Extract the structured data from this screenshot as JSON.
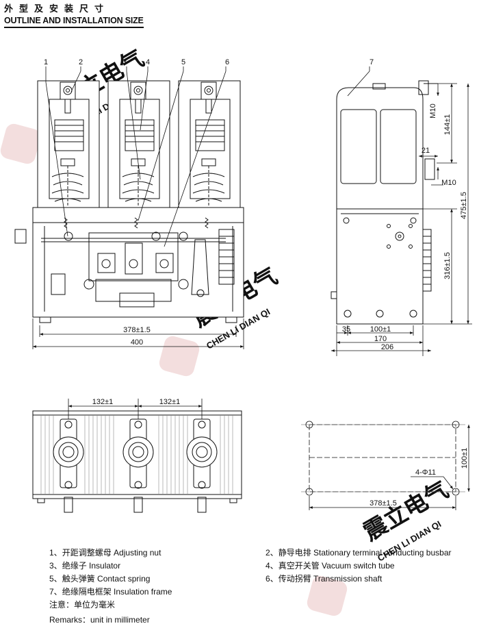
{
  "heading": {
    "title_cn": "外型及安装尺寸",
    "title_en": "OUTLINE AND INSTALLATION SIZE"
  },
  "watermark": {
    "cn": "震立电气",
    "en": "CHEN LI DIAN QI"
  },
  "callouts": [
    "1",
    "2",
    "3",
    "4",
    "5",
    "6",
    "7"
  ],
  "dimensions": {
    "front_inner_width": "378±1.5",
    "front_overall_width": "400",
    "side_m10_top": "M10",
    "side_144": "144±1",
    "side_21": "21",
    "side_m10_mid": "M10",
    "side_316": "316±1.5",
    "side_475": "475±1.5",
    "side_35": "35",
    "side_100": "100±1",
    "side_170": "170",
    "side_206": "206",
    "top_pitch_left": "132±1",
    "top_pitch_right": "132±1",
    "mount_depth": "100±1",
    "mount_holes": "4-Φ11",
    "mount_width": "378±1.5"
  },
  "legend": [
    {
      "num": "1、",
      "cn": "开距调整螺母",
      "en": "Adjusting nut"
    },
    {
      "num": "2、",
      "cn": "静导电排",
      "en": "Stationary terminal conducting busbar"
    },
    {
      "num": "3、",
      "cn": "绝缘子",
      "en": "Insulator"
    },
    {
      "num": "4、",
      "cn": "真空开关管",
      "en": "Vacuum switch tube"
    },
    {
      "num": "5、",
      "cn": "触头弹簧",
      "en": "Contact spring"
    },
    {
      "num": "6、",
      "cn": "传动拐臂",
      "en": "Transmission shaft"
    },
    {
      "num": "7、",
      "cn": "绝缘隔电框架",
      "en": "Insulation frame"
    }
  ],
  "remarks": {
    "cn": "注意：单位为毫米",
    "en": "Remarks：unit in millimeter"
  }
}
